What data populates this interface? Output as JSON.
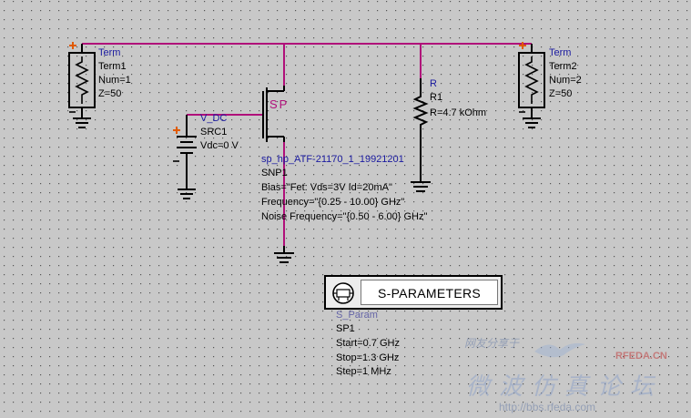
{
  "term1": {
    "type_label": "Term",
    "name": "Term1",
    "num": "Num=1",
    "z": "Z=50"
  },
  "term2": {
    "type_label": "Term",
    "name": "Term2",
    "num": "Num=2",
    "z": "Z=50"
  },
  "vdc": {
    "type_label": "V_DC",
    "name": "SRC1",
    "value": "Vdc=0 V"
  },
  "fet": {
    "symbol_text": "SP",
    "model": "sp_hp_ATF-21170_1_19921201",
    "name": "SNP1",
    "bias": "Bias=\"Fet: Vds=3V Id=20mA\"",
    "frequency": "Frequency=\"{0.25 - 10.00} GHz\"",
    "noise_frequency": "Noise Frequency=\"{0.50 - 6.00} GHz\""
  },
  "resistor": {
    "type_label": "R",
    "name": "R1",
    "value": "R=4.7 kOhm"
  },
  "sparams": {
    "title": "S-PARAMETERS",
    "type_label": "S_Param",
    "name": "SP1",
    "start": "Start=0.7 GHz",
    "stop": "Stop=1.3 GHz",
    "step": "Step=1 MHz"
  },
  "watermark": {
    "line1": "网友分享于",
    "brand": "RFEDA.CN",
    "line2": "微波仿真论坛",
    "url": "http://bbs.rfeda.com"
  },
  "colors": {
    "wire": "#b0107a",
    "component": "#000000",
    "label": "#1a1aa0",
    "port": "#e05a00",
    "grid": "#555555"
  }
}
